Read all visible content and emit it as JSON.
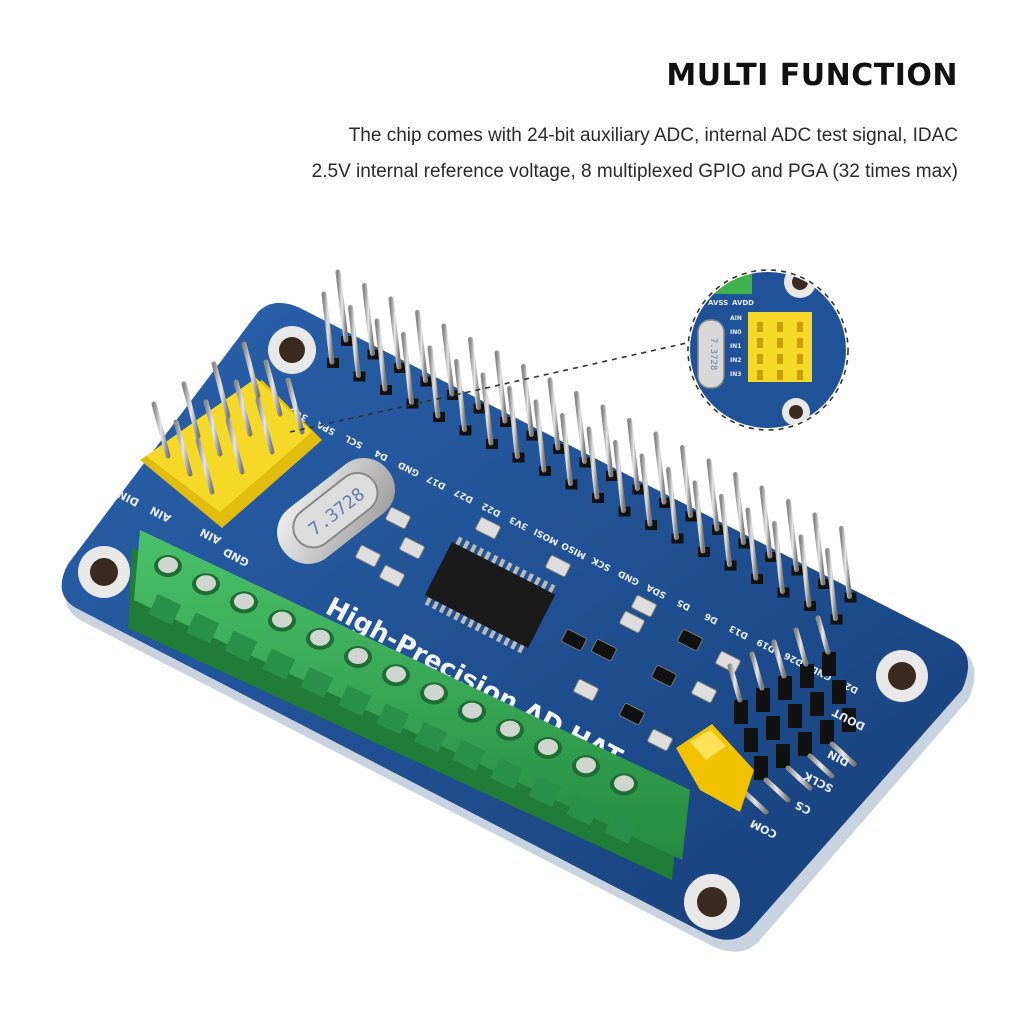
{
  "heading": "MULTI FUNCTION",
  "description": {
    "line1": "The chip comes with 24-bit auxiliary ADC, internal ADC test signal, IDAC",
    "line2": "2.5V internal reference voltage, 8 multiplexed GPIO and PGA (32 times max)"
  },
  "board": {
    "title_silk": "High-Precision AD HAT",
    "crystal_label": "7.3728",
    "header_pins": [
      "3V3",
      "SPA",
      "SCL",
      "D4",
      "GND",
      "D17",
      "D27",
      "D22",
      "3V3",
      "MOSI",
      "MISO",
      "SCK",
      "GND",
      "SDA",
      "D5",
      "D6",
      "D13",
      "D19",
      "D26",
      "GND",
      "D21"
    ],
    "left_labels": [
      "DIN",
      "AIN",
      "AIN",
      "GND"
    ],
    "right_labels": [
      "DOUT",
      "DIN",
      "SCLK",
      "CS",
      "COM"
    ],
    "inset": {
      "labels": [
        "AVSS",
        "AVDD",
        "AIN",
        "IN0",
        "IN1",
        "IN2",
        "IN3"
      ],
      "crystal_label": "7.3728"
    }
  },
  "colors": {
    "pcb": "#1d4e8f",
    "terminal": "#33a852",
    "jumper": "#f2c200",
    "header_yellow": "#f0d020"
  }
}
